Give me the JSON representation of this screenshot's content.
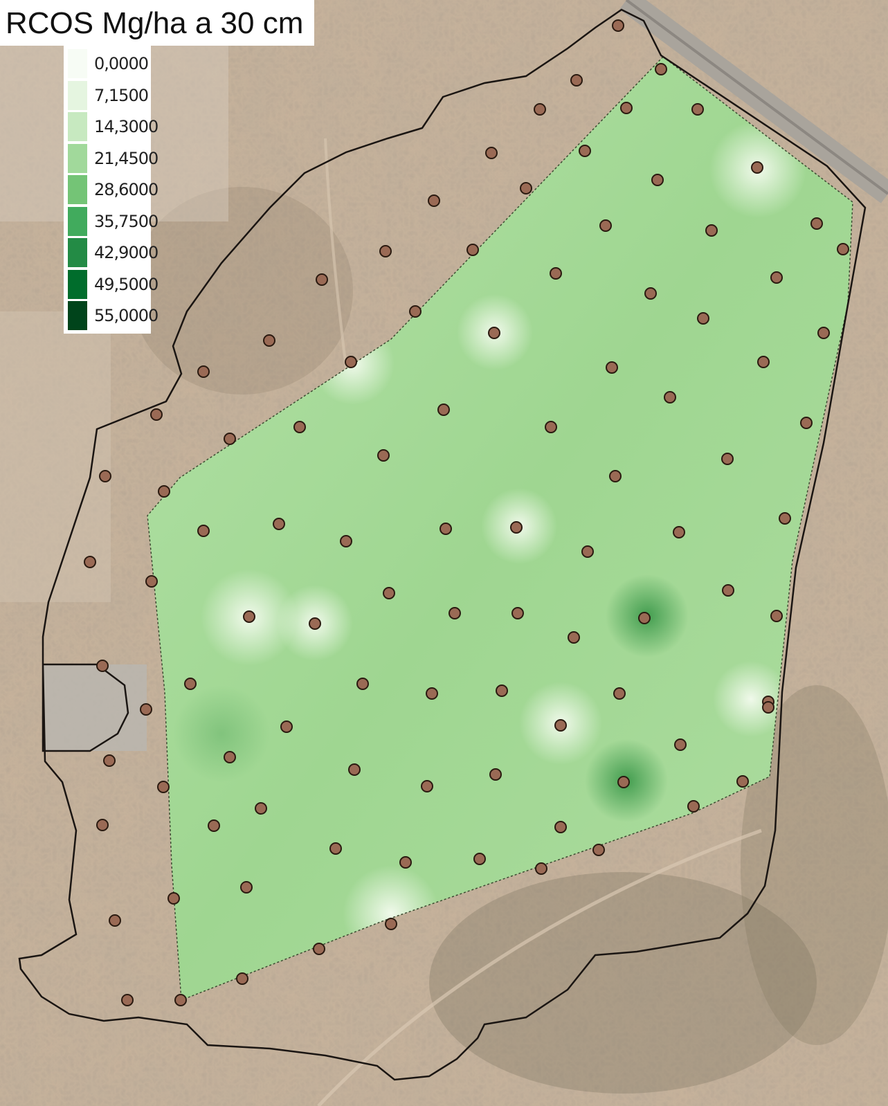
{
  "map": {
    "title": "RCOS Mg/ha a 30 cm",
    "legend": {
      "classes": [
        {
          "label": "0,0000",
          "color": "#f7fcf5"
        },
        {
          "label": "7,1500",
          "color": "#e5f5e0"
        },
        {
          "label": "14,3000",
          "color": "#c7e9c0"
        },
        {
          "label": "21,4500",
          "color": "#a1d99b"
        },
        {
          "label": "28,6000",
          "color": "#74c476"
        },
        {
          "label": "35,7500",
          "color": "#41ab5d"
        },
        {
          "label": "42,9000",
          "color": "#238b45"
        },
        {
          "label": "49,5000",
          "color": "#006d2c"
        },
        {
          "label": "55,0000",
          "color": "#00441b"
        }
      ]
    },
    "layers": {
      "basemap": "satellite imagery (dry savanna, buildings, road)",
      "study_area_boundary": "black outline",
      "interpolated_surface": "green raster",
      "sample_points": "brown circles"
    },
    "colors": {
      "sample_point_fill": "#9a6a55",
      "sample_point_stroke": "#2a1a10",
      "boundary": "#1a1512",
      "surface_base": "#a8dc9c"
    }
  }
}
